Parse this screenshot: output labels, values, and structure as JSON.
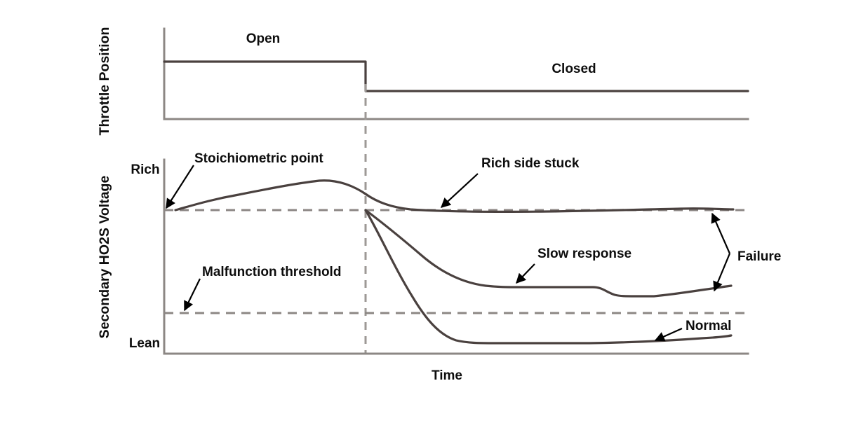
{
  "figure": {
    "background": "#ffffff",
    "curve_color": "#4a413f",
    "axis_color": "#8c8784",
    "dash_color": "#9d9996",
    "text_color": "#0d0d0d"
  },
  "top_chart": {
    "y_axis_label": "Throttle Position",
    "state_open_label": "Open",
    "state_closed_label": "Closed"
  },
  "bottom_chart": {
    "y_axis_label": "Secondary HO2S Voltage",
    "x_axis_label": "Time",
    "y_top_tick_label": "Rich",
    "y_bottom_tick_label": "Lean",
    "annotations": {
      "stoichiometric": "Stoichiometric point",
      "malfunction": "Malfunction threshold",
      "rich_side_stuck": "Rich side stuck",
      "slow_response": "Slow response",
      "normal": "Normal",
      "failure": "Failure"
    }
  },
  "chart_data": {
    "type": "line",
    "title": "",
    "xlabel": "Time",
    "ylabel": "Secondary HO2S Voltage",
    "grid": false,
    "legend": "inline-annotations",
    "panels": [
      {
        "name": "Throttle Position",
        "ylabel": "Throttle Position",
        "ytick_labels": [],
        "annotations": [
          {
            "text": "Open",
            "x": 375,
            "y": 53
          },
          {
            "text": "Closed",
            "x": 818,
            "y": 96
          }
        ],
        "series": [
          {
            "name": "Throttle Position",
            "style": "step",
            "points": [
              [
                234,
                88
              ],
              [
                521,
                88
              ],
              [
                521,
                130
              ],
              [
                1066,
                130
              ]
            ]
          }
        ],
        "axes": {
          "y_axis": [
            [
              234,
              41
            ],
            [
              234,
              170
            ]
          ],
          "x_axis": [
            [
              234,
              170
            ],
            [
              1066,
              170
            ]
          ]
        }
      },
      {
        "name": "Secondary HO2S Voltage",
        "ylabel": "Secondary HO2S Voltage",
        "ytick_labels": [
          "Rich",
          "Lean"
        ],
        "reference_lines": [
          {
            "name": "Stoichiometric point",
            "type": "horizontal-dashed",
            "y": 300,
            "x_start": 234,
            "x_end": 1066
          },
          {
            "name": "Malfunction threshold",
            "type": "horizontal-dashed",
            "y": 447,
            "x_start": 234,
            "x_end": 1066
          },
          {
            "name": "Throttle transition",
            "type": "vertical-dashed",
            "x": 521,
            "y_start": 120,
            "y_end": 505
          }
        ],
        "series": [
          {
            "name": "Rich side stuck",
            "label_x": 690,
            "label_y": 236,
            "arrow": [
              [
                680,
                248
              ],
              [
                630,
                296
              ]
            ],
            "points": [
              [
                250,
                300
              ],
              [
                290,
                288
              ],
              [
                340,
                278
              ],
              [
                395,
                267
              ],
              [
                440,
                260
              ],
              [
                470,
                258
              ],
              [
                500,
                263
              ],
              [
                521,
                276
              ],
              [
                545,
                288
              ],
              [
                570,
                295
              ],
              [
                600,
                299
              ],
              [
                660,
                301
              ],
              [
                760,
                302
              ],
              [
                860,
                302
              ],
              [
                930,
                300
              ],
              [
                990,
                298
              ],
              [
                1045,
                299
              ]
            ]
          },
          {
            "name": "Slow response",
            "label_x": 765,
            "label_y": 368,
            "arrow": [
              [
                760,
                380
              ],
              [
                733,
                406
              ]
            ],
            "points": [
              [
                521,
                300
              ],
              [
                560,
                322
              ],
              [
                600,
                345
              ],
              [
                640,
                372
              ],
              [
                680,
                396
              ],
              [
                705,
                407
              ],
              [
                730,
                410
              ],
              [
                790,
                410
              ],
              [
                845,
                410
              ],
              [
                865,
                418
              ],
              [
                885,
                423
              ],
              [
                930,
                423
              ],
              [
                980,
                417
              ],
              [
                1042,
                408
              ]
            ]
          },
          {
            "name": "Normal",
            "label_x": 975,
            "label_y": 470,
            "arrow": [
              [
                968,
                470
              ],
              [
                932,
                486
              ]
            ],
            "points": [
              [
                521,
                300
              ],
              [
                545,
                340
              ],
              [
                570,
                390
              ],
              [
                592,
                430
              ],
              [
                612,
                462
              ],
              [
                632,
                480
              ],
              [
                655,
                488
              ],
              [
                700,
                490
              ],
              [
                790,
                490
              ],
              [
                880,
                489
              ],
              [
                950,
                486
              ],
              [
                1000,
                484
              ],
              [
                1042,
                480
              ]
            ]
          }
        ],
        "axes": {
          "y_axis": [
            [
              234,
              228
            ],
            [
              234,
              505
            ]
          ],
          "x_axis": [
            [
              234,
              505
            ],
            [
              1066,
              505
            ]
          ]
        },
        "callouts": [
          {
            "text": "Stoichiometric point",
            "label_x": 277,
            "label_y": 230,
            "arrow": [
              [
                272,
                240
              ],
              [
                236,
                296
              ]
            ]
          },
          {
            "text": "Malfunction threshold",
            "label_x": 288,
            "label_y": 393,
            "arrow": [
              [
                283,
                403
              ],
              [
                262,
                443
              ]
            ]
          },
          {
            "text": "Failure",
            "label_x": 1050,
            "label_y": 372,
            "bracket_top_y": 300,
            "bracket_bottom_y": 410,
            "bracket_x": 1043,
            "bracket_vertex_x": 1040
          }
        ]
      }
    ]
  }
}
